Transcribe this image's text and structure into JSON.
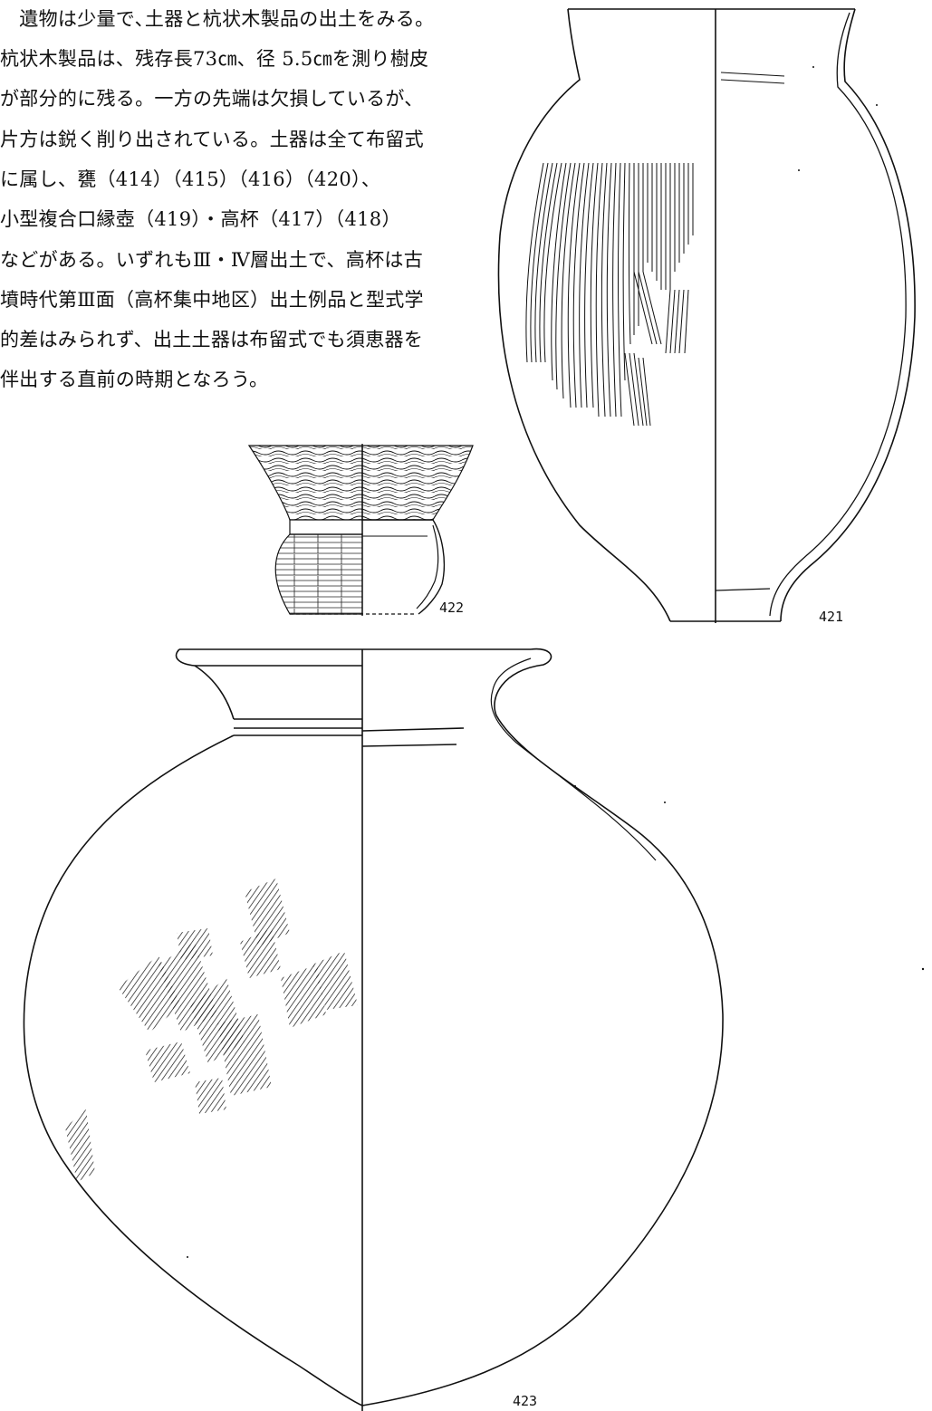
{
  "text": {
    "lines": [
      "　遺物は少量で､土器と杭状木製品の出土をみる。",
      "杭状木製品は、残存長73㎝、径 5.5㎝を測り樹皮",
      "が部分的に残る。一方の先端は欠損しているが、",
      "片方は鋭く削り出されている。土器は全て布留式",
      "に属し、甕（414）（415）（416）（420）、",
      "小型複合口縁壺（419）・高杯（417）（418）",
      "などがある。いずれもⅢ・Ⅳ層出土で、高杯は古",
      "墳時代第Ⅲ面（高杯集中地区）出土例品と型式学",
      "的差はみられず、出土土器は布留式でも須恵器を",
      "伴出する直前の時期となろう。"
    ]
  },
  "figures": {
    "fig421_label": "421",
    "fig422_label": "422",
    "fig423_label": "423"
  }
}
